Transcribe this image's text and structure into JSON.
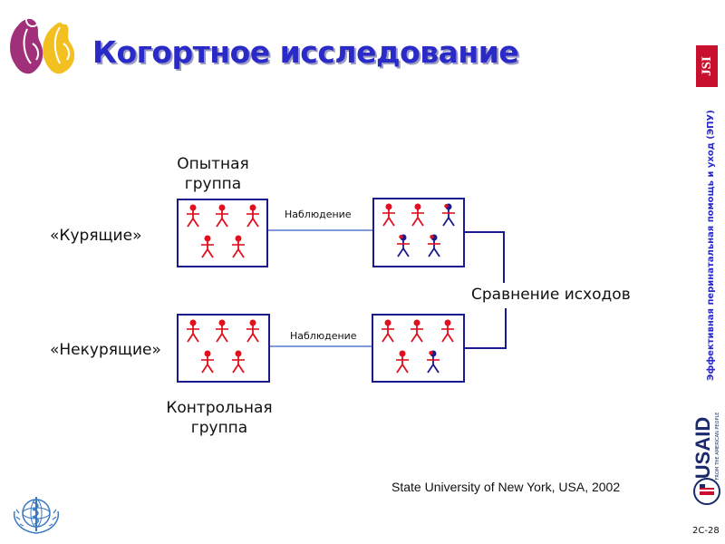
{
  "title": "Когортное исследование",
  "labels": {
    "experimental_group": "Опытная группа",
    "control_group": "Контрольная группа",
    "smokers": "«Курящие»",
    "nonsmokers": "«Некурящие»",
    "observation_top": "Наблюдение",
    "observation_bottom": "Наблюдение",
    "comparison": "Сравнение исходов"
  },
  "credit": "State University of New York, USA, 2002",
  "side_text": "Эффективная перинатальная помощь и уход (ЭПУ)",
  "slide_number": "2C-28",
  "logos": {
    "jsi": "JSI",
    "usaid": "USAID",
    "usaid_tagline": "FROM THE AMERICAN PEOPLE"
  },
  "colors": {
    "title": "#2a2ac8",
    "box_border": "#1a1a8c",
    "healthy_figure": "#e0101e",
    "outcome_figure": "#1a1a8c"
  },
  "groups": {
    "smokers_start": {
      "figures": [
        "healthy",
        "healthy",
        "healthy",
        "healthy",
        "healthy"
      ]
    },
    "smokers_end": {
      "figures": [
        "healthy",
        "healthy",
        "outcome",
        "outcome",
        "outcome"
      ]
    },
    "nonsmokers_start": {
      "figures": [
        "healthy",
        "healthy",
        "healthy",
        "healthy",
        "healthy"
      ]
    },
    "nonsmokers_end": {
      "figures": [
        "healthy",
        "healthy",
        "healthy",
        "healthy",
        "outcome"
      ]
    }
  }
}
